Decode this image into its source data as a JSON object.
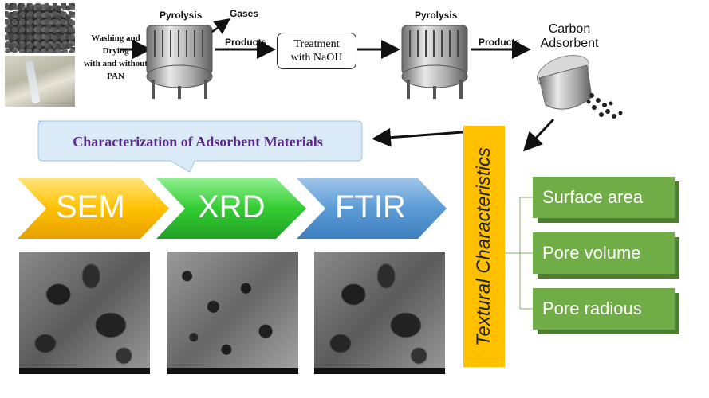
{
  "flow": {
    "washing_lines": [
      "Washing and",
      "Drying",
      "with and without PAN"
    ],
    "pyrolysis_1": "Pyrolysis",
    "gases": "Gases",
    "products_1": "Products",
    "treatment_lines": [
      "Treatment",
      "with NaOH"
    ],
    "pyrolysis_2": "Pyrolysis",
    "products_2": "Products",
    "carbon_lines": [
      "Carbon",
      "Adsorbent"
    ]
  },
  "characterization": {
    "title": "Characterization of Adsorbent Materials",
    "methods": [
      "SEM",
      "XRD",
      "FTIR"
    ]
  },
  "textural": {
    "title": "Textural Characteristics",
    "items": [
      "Surface area",
      "Pore volume",
      "Pore radious"
    ]
  },
  "colors": {
    "sem": "#ffc000",
    "xrd": "#33cc33",
    "ftir": "#5b9bd5",
    "bubble": "#dbeaf7",
    "title_text": "#5a2a8a",
    "textural_bar": "#ffc000",
    "green_box": "#70ad47"
  }
}
